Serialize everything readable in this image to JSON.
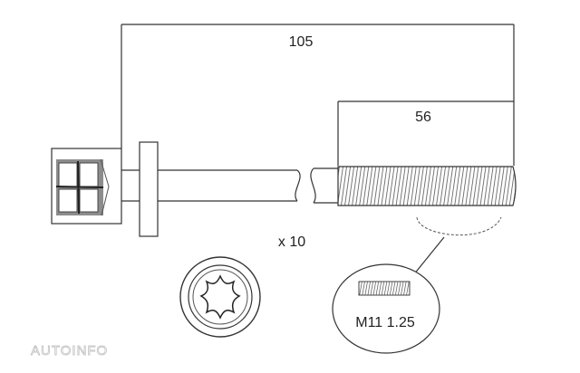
{
  "dimensions": {
    "overall_length": "105",
    "thread_length": "56"
  },
  "quantity": "x 10",
  "thread_spec": "M11 1.25",
  "watermark": "AUTOINFO",
  "colors": {
    "line": "#333333",
    "thread_dark": "#555555",
    "watermark": "#b8b8b8"
  }
}
